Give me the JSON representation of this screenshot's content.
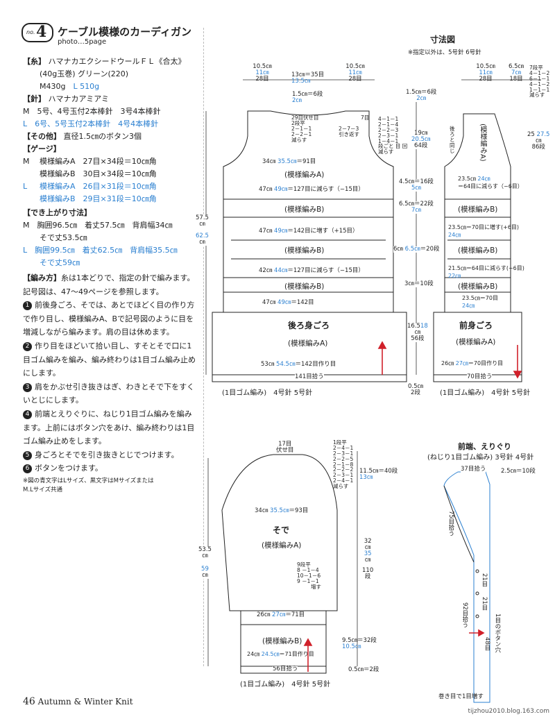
{
  "header": {
    "badge_prefix": "no.",
    "badge_number": "4",
    "title": "ケーブル模様のカーディガン",
    "photo_ref": "photo…5page"
  },
  "materials": {
    "yarn_label": "【糸】",
    "yarn_line1": "ハマナカエクシードウールＦＬ《合太》",
    "yarn_line2": "(40g玉巻) グリーン(220)",
    "yarn_m": "M430g",
    "yarn_l": "L 510g",
    "needle_label": "【針】",
    "needle_line1": "ハマナカアミアミ",
    "needle_m": "M　5号、4号玉付2本棒針　3号4本棒針",
    "needle_l": "L　6号、5号玉付2本棒針　4号4本棒針",
    "other_label": "【その他】",
    "other_text": "直径1.5㎝のボタン3個",
    "gauge_label": "【ゲージ】",
    "gauge_rows": [
      {
        "size": "M",
        "pattern": "模様編みA",
        "value": "27目×34段＝10㎝角",
        "blue": false
      },
      {
        "size": "",
        "pattern": "模様編みB",
        "value": "30目×34段＝10㎝角",
        "blue": false
      },
      {
        "size": "L",
        "pattern": "模様編みA",
        "value": "26目×31段＝10㎝角",
        "blue": true
      },
      {
        "size": "",
        "pattern": "模様編みB",
        "value": "29目×31段＝10㎝角",
        "blue": true
      }
    ],
    "finished_label": "【でき上がり寸法】",
    "finished_m1": "M　胸囲96.5㎝　着丈57.5㎝　背肩幅34㎝",
    "finished_m2": "そで丈53.5㎝",
    "finished_l1": "L　胸囲99.5㎝　着丈62.5㎝　背肩幅35.5㎝",
    "finished_l2": "そで丈59㎝"
  },
  "instructions": {
    "label": "【編み方】",
    "intro": "糸は1本どりで、指定の針で編みます。記号図は、47～49ページを参照します。",
    "steps": [
      {
        "n": "1",
        "text": "前後身ごろ、そでは、あとでほどく目の作り方で作り目し、模様編みA、Bで記号図のように目を増減しながら編みます。肩の目は休めます。"
      },
      {
        "n": "2",
        "text": "作り目をほどいて拾い目し、すそとそで口に1目ゴム編みを編み、編み終わりは1目ゴム編み止めにします。"
      },
      {
        "n": "3",
        "text": "肩をかぶせ引き抜きはぎ、わきとそで下をすくいとじにします。"
      },
      {
        "n": "4",
        "text": "前端とえりぐりに、ねじり1目ゴム編みを編みます。上前にはボタン穴をあけ、編み終わりは1目ゴム編み止めをします。"
      },
      {
        "n": "5",
        "text": "身ごろとそでを引き抜きとじでつけます。"
      },
      {
        "n": "6",
        "text": "ボタンをつけます。"
      }
    ],
    "note1": "※図の青文字はLサイズ、黒文字はMサイズまたは",
    "note2": "M.Lサイズ共通"
  },
  "diagram": {
    "title": "寸法図",
    "note": "※指定以外は、5号針 6号針",
    "back_label": "後ろ身ごろ",
    "front_label": "前身ごろ",
    "sleeve_label": "そで",
    "band_title": "前端、えりぐり",
    "band_subtitle": "(ねじり1目ゴム編み) 3号針 4号針",
    "pattern_a": "(模様編みA)",
    "pattern_b": "(模様編みB)",
    "rib_back": "(1目ゴム編み)　4号針 5号針",
    "rib_front": "(1目ゴム編み)　4号針 5号針",
    "rib_sleeve": "(1目ゴム編み)　4号針 5号針",
    "back": {
      "top_left": "10.5㎝",
      "top_left_l": "11㎝",
      "top_left_r": "28目",
      "top_mid": "13㎝＝35目",
      "top_mid_l": "13.5㎝",
      "top_right": "10.5㎝",
      "top_right_l": "11㎝",
      "top_right_r": "28目",
      "neck_top": "1.5㎝＝6段",
      "neck_top_l": "2㎝",
      "neck_sh1": "29目伏せ目",
      "neck_sh2": "2段平",
      "neck_sh3": "2－1－1",
      "neck_sh4": "2－2－1",
      "neck_sh5": "減らす",
      "neck_r1": "2－7－3",
      "neck_r2": "引き返す",
      "neck_r3": "7目",
      "arm1": "4－1－1",
      "arm2": "2－1－4",
      "arm3": "2－2－3",
      "arm4": "2－3－1",
      "arm5": "1－4－1",
      "arm6": "段ごと 目 回",
      "arm7": "減らす",
      "arm_h": "19㎝",
      "arm_h_l": "20.5㎝",
      "arm_rows": "64段",
      "w34": "34㎝",
      "w34_l": "35.5㎝",
      "w34_t": "＝91目",
      "w47a": "47㎝",
      "w47a_l": "49㎝",
      "w47a_t": "＝127目に減らす（−15目）",
      "r45": "4.5㎝",
      "r45_l": "5㎝",
      "r45_t": "＝16段",
      "r65": "6.5㎝",
      "r65_l": "7㎝",
      "r65_t": "＝22段",
      "w47b": "47㎝",
      "w47b_l": "49㎝",
      "w47b_t": "＝142目に増す（+15目）",
      "r6": "6㎝",
      "r6_l": "6.5㎝",
      "r6_t": "＝20段",
      "w42": "42㎝",
      "w42_l": "44㎝",
      "w42_t": "＝127目に減らす（−15目）",
      "r3": "3㎝＝10段",
      "w47c": "47㎝",
      "w47c_l": "49㎝",
      "w47c_t": "＝142目",
      "body_h": "16.5",
      "body_h_l": "18",
      "body_h_u": "㎝",
      "body_rows": "56段",
      "w53": "53㎝",
      "w53_l": "54.5㎝",
      "w53_t": "＝142目作り目",
      "pick": "141目拾う",
      "rib_h": "0.5㎝",
      "rib_rows": "2段",
      "total_h": "57.5",
      "total_h_u": "㎝",
      "total_h_l": "62.5"
    },
    "front": {
      "t1": "10.5㎝",
      "t1_l": "11㎝",
      "t1_r": "28目",
      "t2": "6.5㎝",
      "t2_l": "7㎝",
      "t2_r": "18目",
      "n1": "7段平",
      "n2": "4－1－2",
      "n3": "6－1－1",
      "n4": "4－1－2",
      "n5": "1－1－1",
      "n6": "減らす",
      "same": "後ろと同じ",
      "h25": "25",
      "h25_l": "27.5",
      "h25_u": "㎝",
      "h25_r": "86段",
      "w23": "23.5㎝",
      "w23_l": "24㎝",
      "w23_t": "＝64目に減らす（−6目）",
      "w235": "23.5㎝",
      "w235_l": "24㎝",
      "w235_t": "＝70目に増す(+6目)",
      "w215": "21.5㎝",
      "w215_l": "22㎝",
      "w215_t": "＝64目に減らす(−6目)",
      "w235b": "23.5㎝",
      "w235b_l": "24㎝",
      "w235b_t": "＝70目",
      "w26": "26㎝",
      "w26_l": "27㎝",
      "w26_t": "＝70目作り目",
      "pick": "70目拾う"
    },
    "sleeve": {
      "cap_top": "17目",
      "cap_top2": "伏せ目",
      "c1": "1段平",
      "c2": "2－4－1",
      "c3": "2－3－1",
      "c4": "2－2－5",
      "c5": "2－1－8",
      "c6": "2－2－2",
      "c7": "2－3－1",
      "c8": "2－4－1",
      "c9": "減らす",
      "cap_h": "11.5㎝",
      "cap_h_l": "13㎝",
      "cap_h_t": "＝40段",
      "w34": "34㎝",
      "w34_l": "35.5㎝",
      "w34_t": "＝93目",
      "inc1": "9段平",
      "inc2": "8 －1－4",
      "inc3": "10－1－6",
      "inc4": "9 －1－1",
      "inc5": "増す",
      "body_h": "32",
      "body_h_u": "㎝",
      "body_h_l": "35",
      "body_rows": "110",
      "body_rows_u": "段",
      "w26": "26㎝",
      "w26_l": "27㎝",
      "w26_t": "＝71目",
      "total_h": "53.5",
      "total_h_u": "㎝",
      "total_h_l": "59",
      "w24": "24㎝",
      "w24_l": "24.5㎝",
      "w24_t": "＝71目作り目",
      "rb_h": "9.5㎝",
      "rb_h_l": "10.5㎝",
      "rb_h_t": "＝32段",
      "pick": "56目拾う",
      "rib_h": "0.5㎝＝2段"
    },
    "band": {
      "collar": "37目拾う",
      "collar_h": "2.5㎝＝10段",
      "pick75": "75目拾う",
      "pick92": "92目拾う",
      "gap21a": "21目",
      "gap21b": "21目",
      "gap48": "48目",
      "buttonhole": "1目のボタン穴",
      "bindoff": "巻き目で1目増す"
    }
  },
  "footer": {
    "page_number": "46",
    "magazine": "Autumn & Winter Knit",
    "watermark": "tijzhou2010.blog.163.com"
  }
}
